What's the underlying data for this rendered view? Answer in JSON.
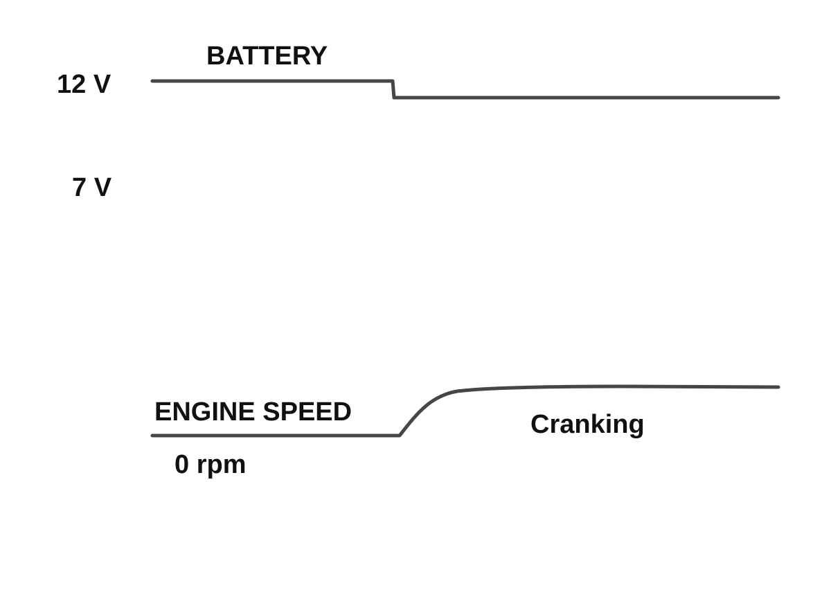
{
  "battery": {
    "title": "BATTERY",
    "level_high_label": "12 V",
    "level_low_label": "7 V"
  },
  "engine": {
    "title": "ENGINE SPEED",
    "zero_label": "0 rpm",
    "phase_label": "Cranking"
  },
  "colors": {
    "trace": "#4a4446",
    "text": "#111111"
  }
}
